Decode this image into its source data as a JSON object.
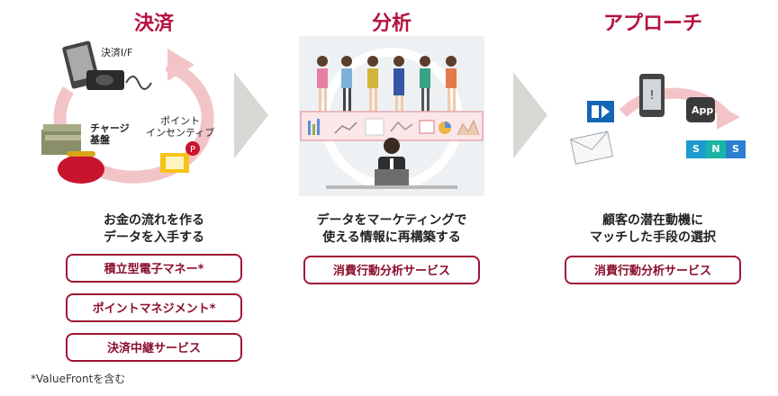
{
  "columns": [
    {
      "title": "決済",
      "labels": {
        "interface": "決済I/F",
        "charge": "チャージ\n基盤",
        "point": "ポイント\nインセンティブ"
      },
      "description": "お金の流れを作る\nデータを入手する",
      "services": [
        "積立型電子マネー*",
        "ポイントマネジメント*",
        "決済中継サービス"
      ]
    },
    {
      "title": "分析",
      "description": "データをマーケティングで\n使える情報に再構築する",
      "services": [
        "消費行動分析サービス"
      ]
    },
    {
      "title": "アプローチ",
      "labels": {
        "app": "App",
        "sns": [
          "S",
          "N",
          "S"
        ]
      },
      "description": "顧客の潜在動機に\nマッチした手段の選択",
      "services": [
        "消費行動分析サービス"
      ]
    }
  ],
  "footnote": "*ValueFrontを含む",
  "colors": {
    "accent": "#b5123e",
    "arrow": "#d7d7d4",
    "ring": "#f2c4c8"
  }
}
